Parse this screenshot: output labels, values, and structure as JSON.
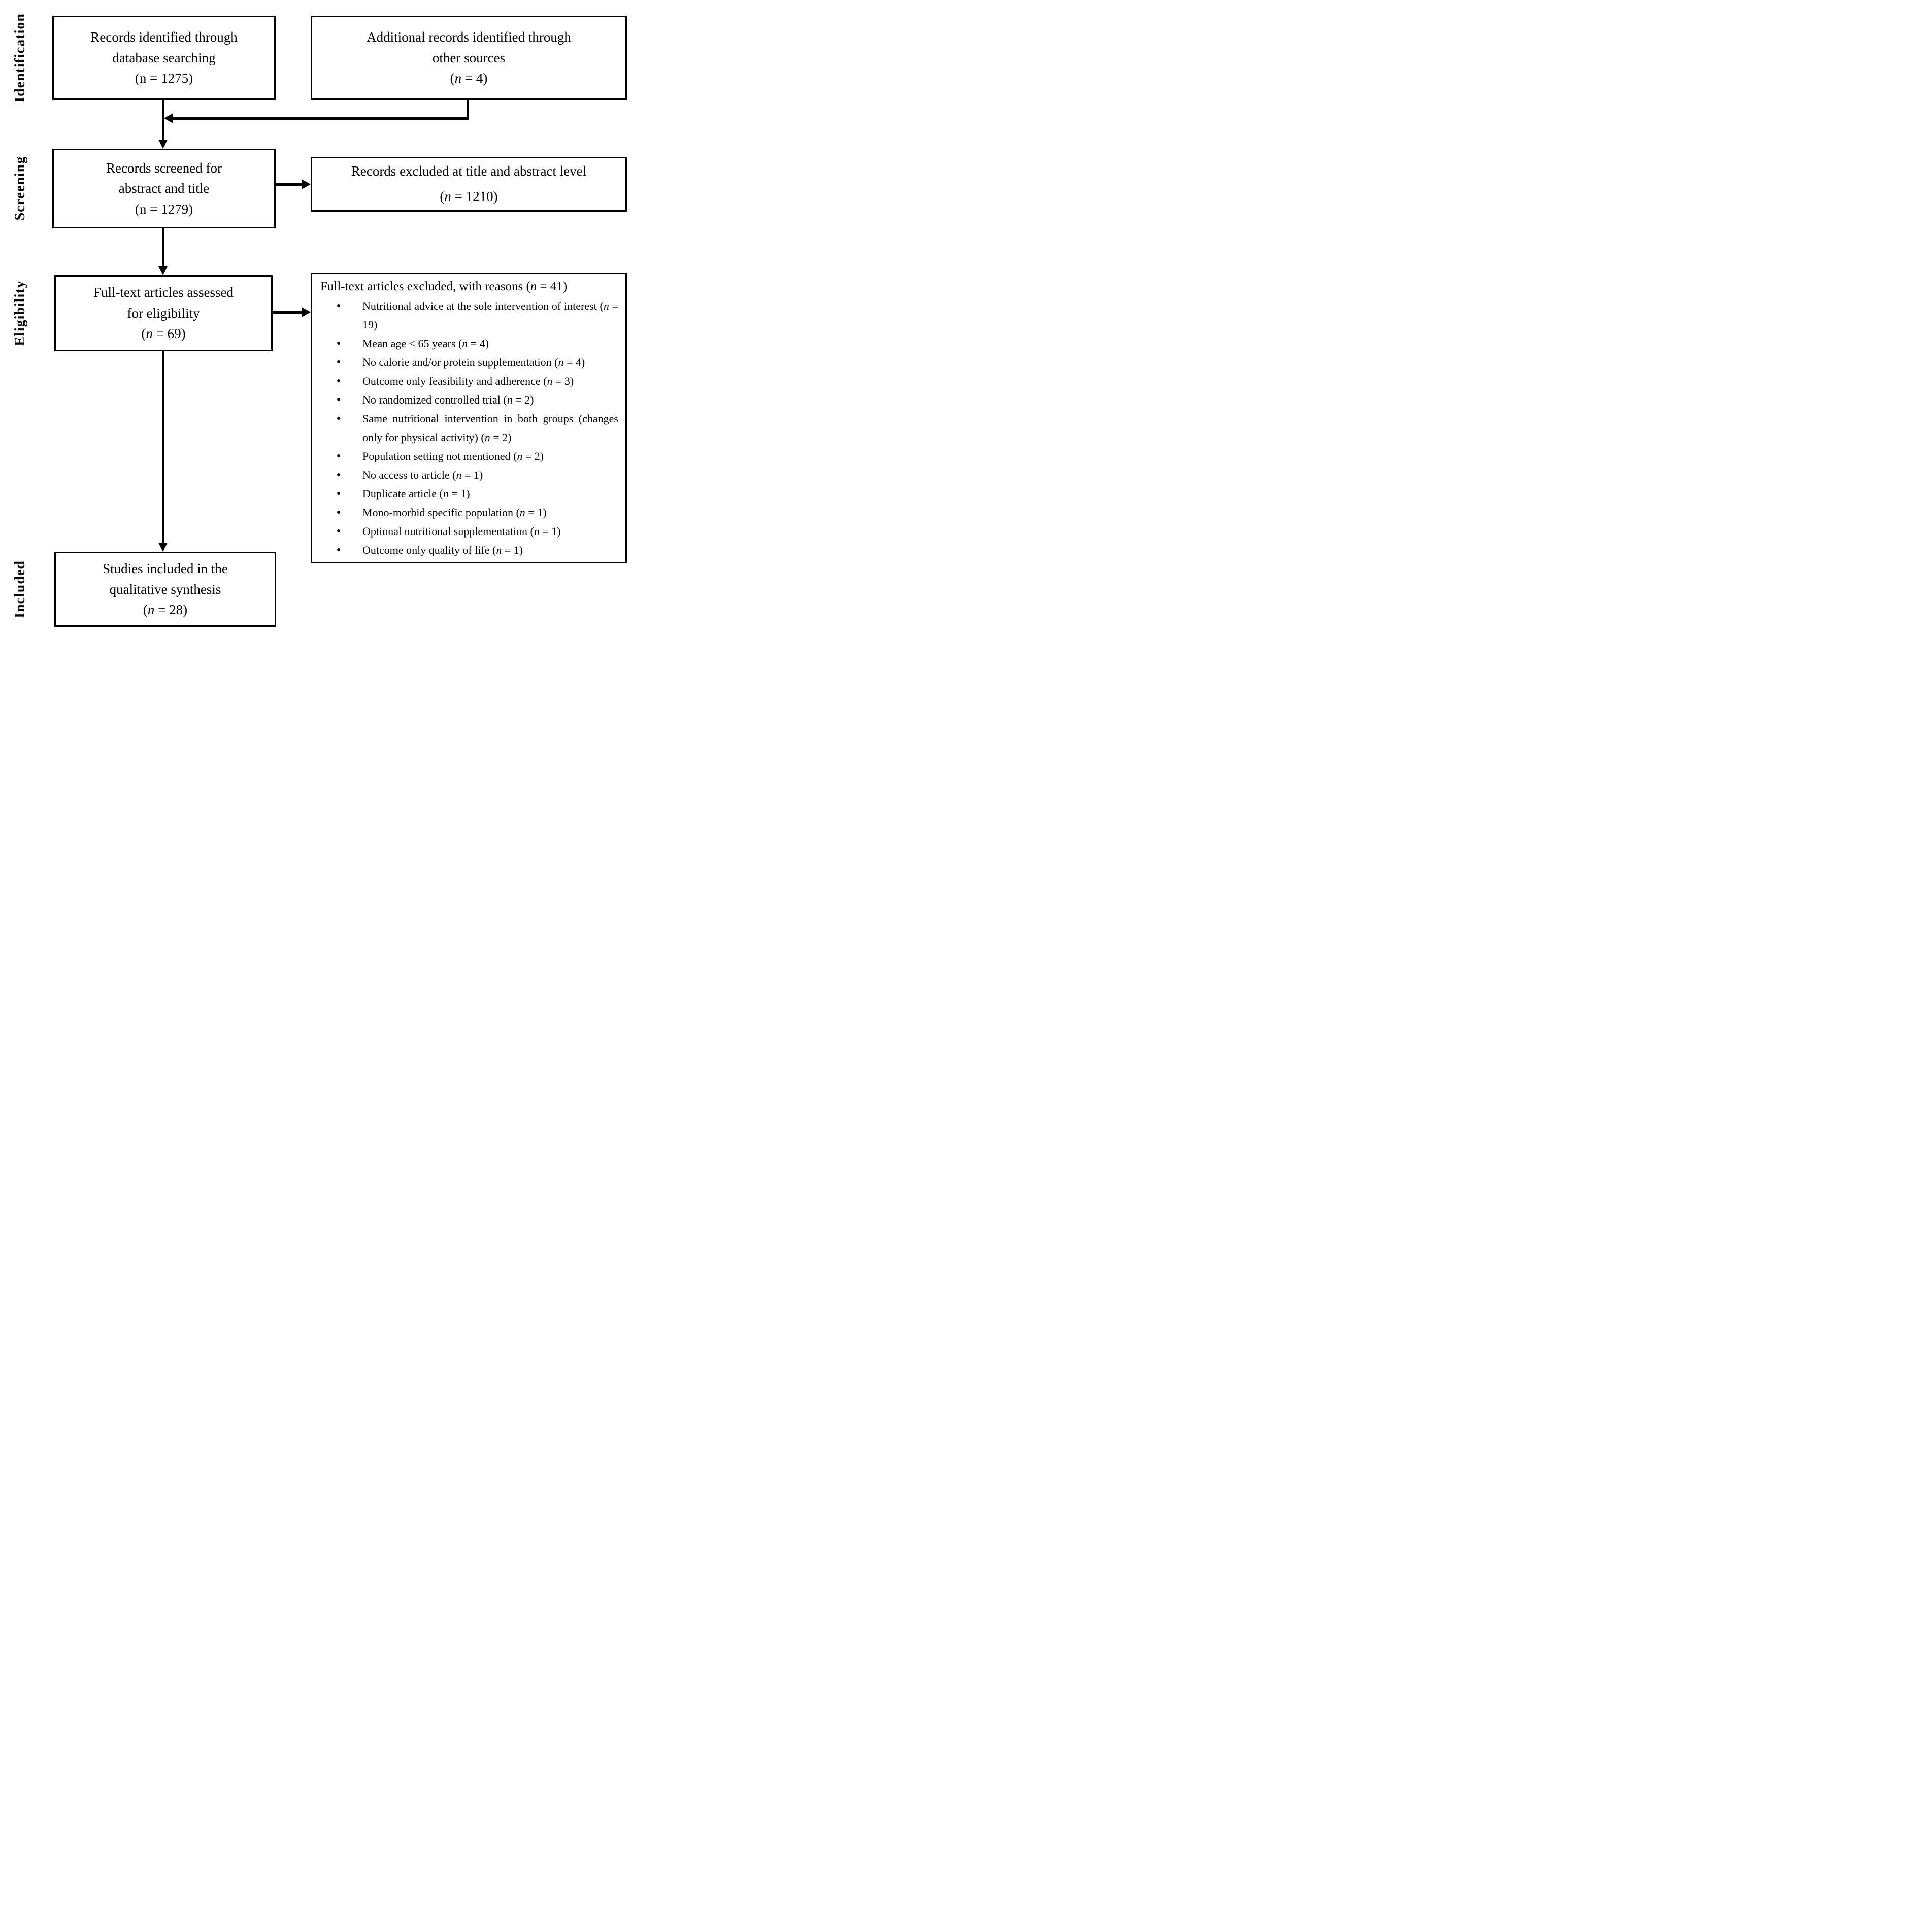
{
  "stages": {
    "identification": "Identification",
    "screening": "Screening",
    "eligibility": "Eligibility",
    "included": "Included"
  },
  "boxes": {
    "identified": {
      "lines": [
        "Records identified through",
        "database searching"
      ],
      "count": {
        "pre": "(",
        "var": "n",
        "var_class": "nv up",
        "rest": " = 1275)"
      }
    },
    "additional": {
      "lines": [
        "Additional records identified through",
        "other sources"
      ],
      "count": {
        "pre": "(",
        "var": "n",
        "var_class": "nv it",
        "rest": " = 4)"
      }
    },
    "screened": {
      "lines": [
        "Records screened for",
        "abstract and title"
      ],
      "count": {
        "pre": "(",
        "var": "n",
        "var_class": "nv up",
        "rest": " = 1279)"
      }
    },
    "excluded_ta": {
      "lines": [
        "Records excluded at title and abstract level"
      ],
      "count": {
        "pre": "(",
        "var": "n",
        "var_class": "nv it",
        "rest": " = 1210)"
      }
    },
    "fulltext": {
      "lines": [
        "Full-text articles assessed",
        "for eligibility"
      ],
      "count": {
        "pre": "(",
        "var": "n",
        "var_class": "nv it",
        "rest": " = 69)"
      }
    },
    "ft_excluded": {
      "title": {
        "pre": "Full-text articles excluded, with reasons (",
        "var": "n",
        "var_class": "nv it",
        "rest": " = 41)"
      },
      "reasons": [
        {
          "pre": "Nutritional advice at the sole intervention of interest (",
          "var": "n",
          "rest": " = 19)"
        },
        {
          "pre": "Mean age < 65 years (",
          "var": "n",
          "rest": " = 4)"
        },
        {
          "pre": "No calorie and/or protein supplementation (",
          "var": "n",
          "rest": " = 4)"
        },
        {
          "pre": "Outcome only feasibility and adherence (",
          "var": "n",
          "rest": " = 3)"
        },
        {
          "pre": "No randomized controlled trial (",
          "var": "n",
          "rest": " = 2)"
        },
        {
          "pre": "Same nutritional intervention in both groups (changes only for physical activity) (",
          "var": "n",
          "rest": " = 2)"
        },
        {
          "pre": "Population setting not mentioned (",
          "var": "n",
          "rest": " = 2)"
        },
        {
          "pre": "No access to article (",
          "var": "n",
          "rest": " = 1)"
        },
        {
          "pre": "Duplicate article (",
          "var": "n",
          "rest": " = 1)"
        },
        {
          "pre": "Mono-morbid specific population (",
          "var": "n",
          "rest": " = 1)"
        },
        {
          "pre": "Optional nutritional supplementation (",
          "var": "n",
          "rest": " = 1)"
        },
        {
          "pre": "Outcome only quality of life (",
          "var": "n",
          "rest": " = 1)"
        }
      ]
    },
    "included_studies": {
      "lines": [
        "Studies included in the",
        "qualitative synthesis"
      ],
      "count": {
        "pre": "(",
        "var": "n",
        "var_class": "nv it",
        "rest": " = 28)"
      }
    }
  }
}
